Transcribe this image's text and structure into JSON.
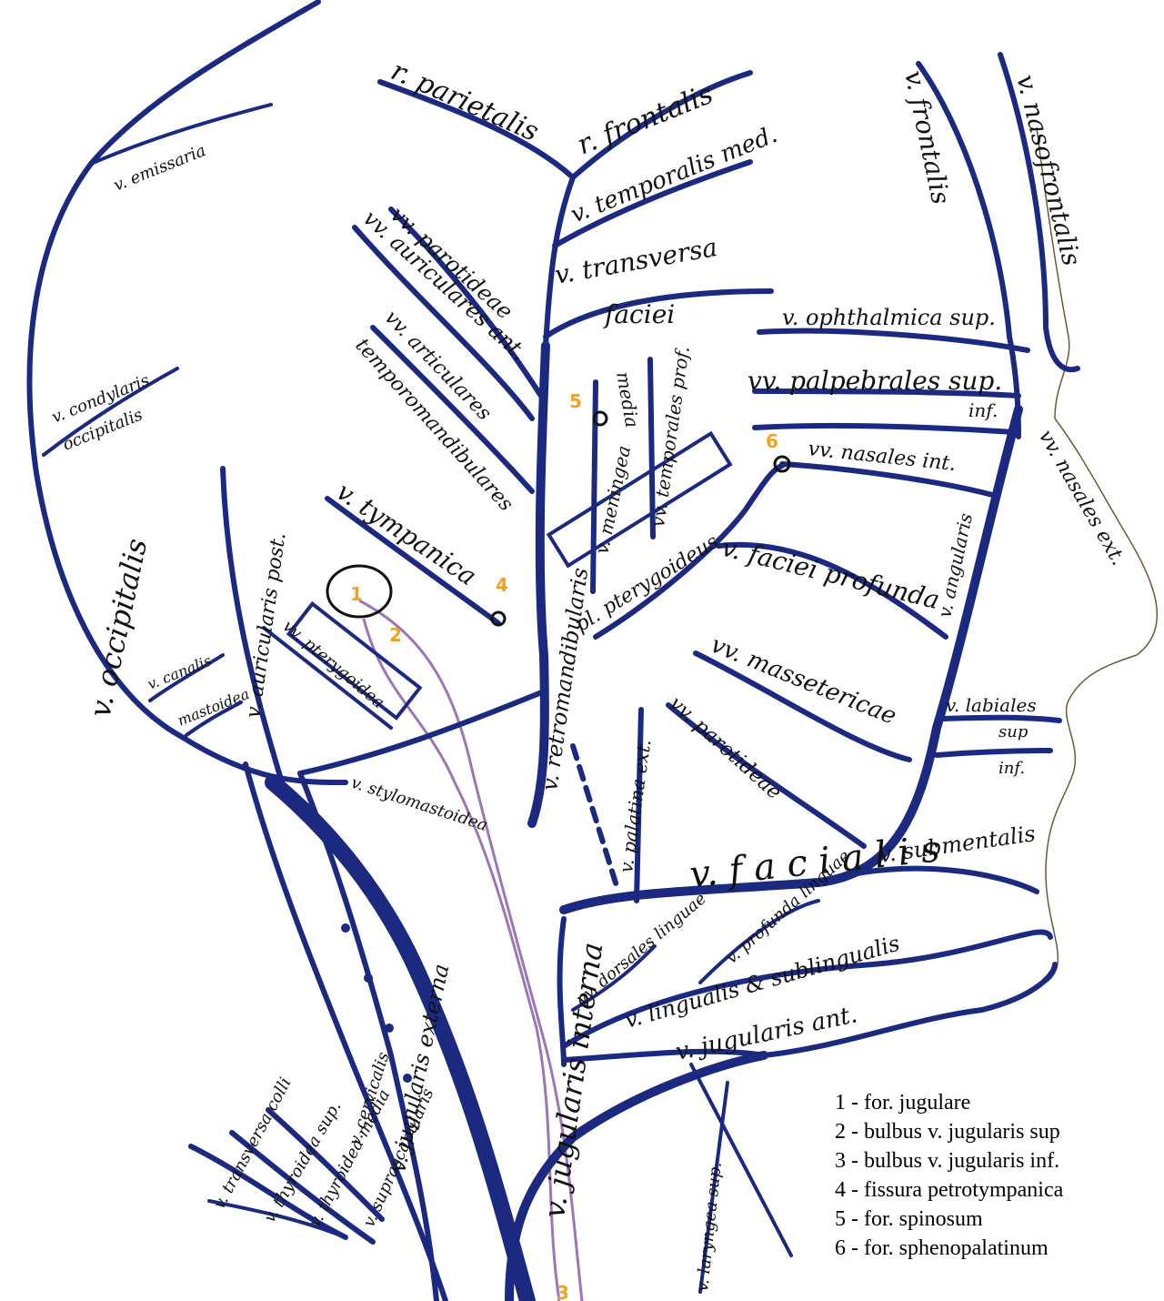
{
  "colors": {
    "vein": "#1b2a80",
    "nerve": "#9b76b8",
    "marker": "#f4a21e",
    "outline": "#6b5a3a"
  },
  "labels": {
    "emissaria": "v. emissaria",
    "parietalis": "parietalis",
    "r_parietalis": "r. parietalis",
    "r_frontalis": "r. frontalis",
    "temporalis_med": "v. temporalis med.",
    "v_frontalis": "v. frontalis",
    "nasofrontalis": "v. nasofrontalis",
    "vv_parotideae": "vv. parotideae",
    "vv_auriculares": "vv. auriculares ant.",
    "transversa": "v. transversa",
    "faciei": "faciei",
    "ophthalmica": "v. ophthalmica sup.",
    "palpebrales": "vv. palpebrales sup.",
    "palp_inf": "inf.",
    "nasales_int": "vv. nasales int.",
    "nasales_ext": "vv. nasales ext.",
    "articulares": "vv. articulares",
    "temporomandib": "temporomandibulares",
    "condylaris": "v. condylaris",
    "occipitalis_small": "occipitalis",
    "meningea": "v. meningea",
    "media": "media",
    "temporales_prof": "vv. temporales prof.",
    "tympanica": "v. tympanica",
    "retromandibularis": "v. retromandibularis",
    "pl_pterygoideus": "pl. pterygoideus",
    "faciei_profunda": "v. faciei profunda",
    "angularis": "v. angularis",
    "auricularis_post": "v. auricularis post.",
    "occipitalis": "v. occipitalis",
    "stylomastoidea": "v. stylomastoidea",
    "massetericae": "vv. massetericae",
    "labiales": "v. labiales",
    "sup": "sup",
    "inf": "inf.",
    "parotidea": "vv. parotideae",
    "palatina": "v. palatina ext.",
    "canalis": "v. canalis",
    "mastoidea": "mastoidea",
    "pterygoidea": "vv. pterygoidea",
    "facialis": "v. f a c i a l i s",
    "submentalis": "v. submentalis",
    "profunda_linguae": "v. profunda linguae",
    "dorsales_linguae": "vv. dorsales linguae",
    "sublingualis": "v. lingualis & sublingualis",
    "jugularis_ant": "v. jugularis ant.",
    "jugularis_ext": "v. jugularis externa",
    "jugularis_int": "v. jugularis interna",
    "transversa_colli": "v. transversa colli",
    "cervicalis": "v. cervicalis",
    "thyroidea_sup": "v. thyroidea sup.",
    "thyroidea_media": "v. thyroidea media",
    "suprascapularis": "v. suprascapularis",
    "laryngea": "v. laryngea sup."
  },
  "markers": [
    "1",
    "2",
    "3",
    "4",
    "5",
    "6"
  ],
  "legend": [
    "1 - for. jugulare",
    "2 - bulbus v. jugularis sup",
    "3 - bulbus v. jugularis inf.",
    "4 - fissura petrotympanica",
    "5 - for. spinosum",
    "6 - for. sphenopalatinum"
  ]
}
